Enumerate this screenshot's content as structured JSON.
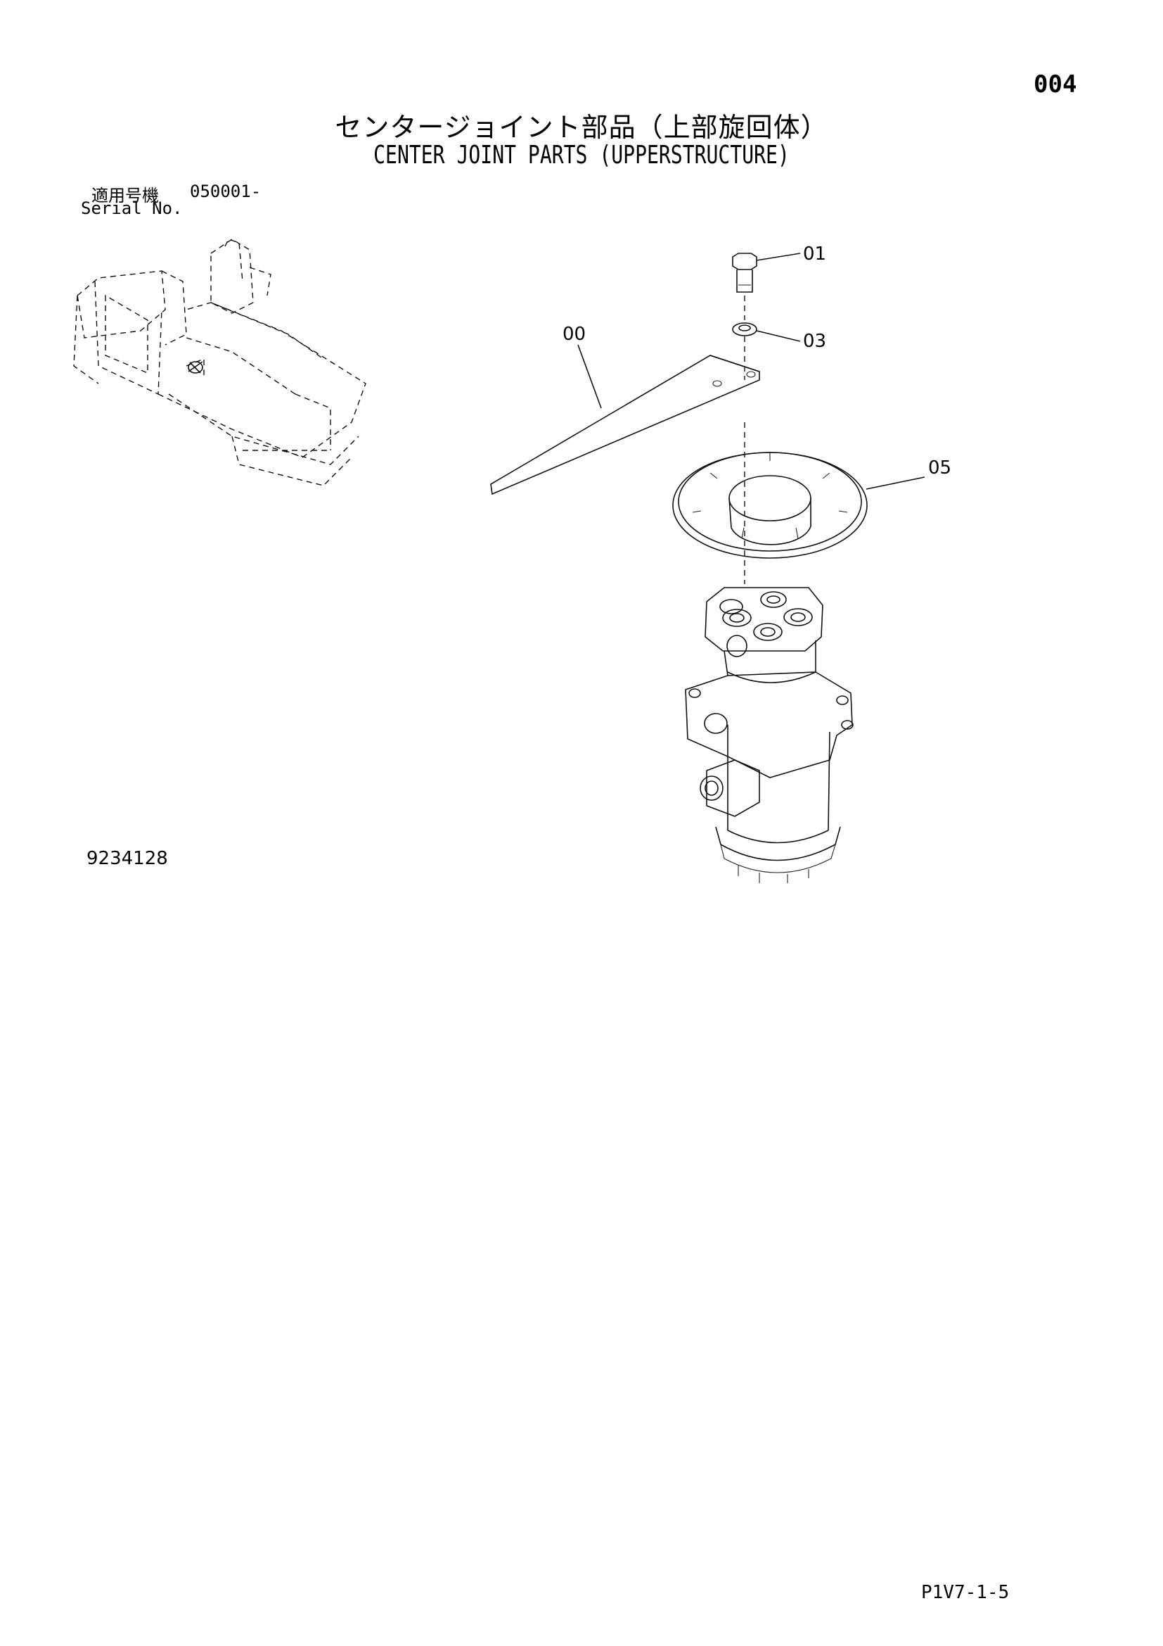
{
  "page": {
    "page_number": "004",
    "title_jp": "センタージョイント部品（上部旋回体）",
    "title_en": "CENTER JOINT PARTS (UPPERSTRUCTURE)",
    "serial_label_jp": "適用号機",
    "serial_range": "050001-",
    "serial_label_en": "Serial No.",
    "drawing_number": "9234128",
    "footer_code": "P1V7-1-5"
  },
  "callouts": [
    {
      "id": "bolt",
      "label": "01"
    },
    {
      "id": "washer",
      "label": "03"
    },
    {
      "id": "plate",
      "label": "00"
    },
    {
      "id": "seal-ring",
      "label": "05"
    }
  ]
}
